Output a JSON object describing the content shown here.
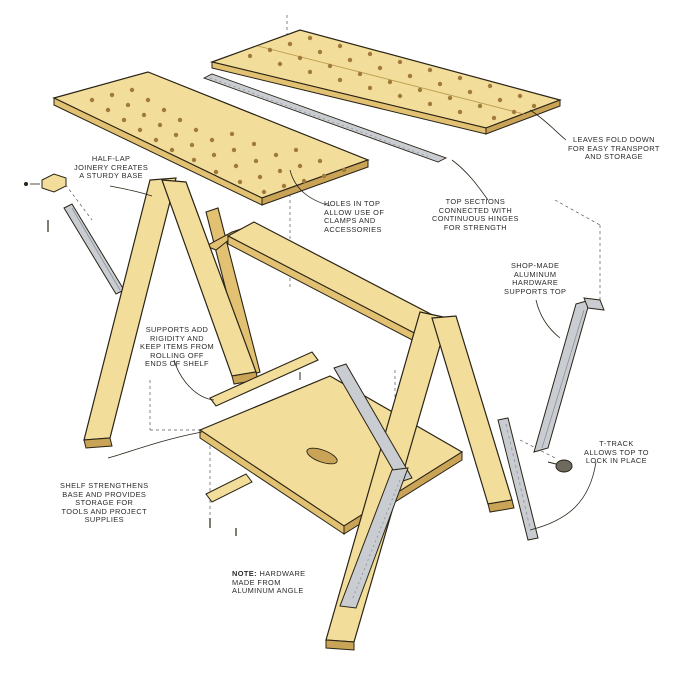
{
  "diagram": {
    "colors": {
      "wood": "#f3dd9a",
      "wood_shade": "#e2c272",
      "wood_dark": "#c9a356",
      "outline": "#2a2417",
      "metal": "#c9cdd1",
      "metal_dark": "#8c9196",
      "hole": "#a07a3a"
    },
    "callouts": {
      "half_lap": [
        "HALF-LAP",
        "JOINERY CREATES",
        "A STURDY BASE"
      ],
      "holes_top": [
        "HOLES IN TOP",
        "ALLOW USE OF",
        "CLAMPS AND",
        "ACCESSORIES"
      ],
      "top_sections": [
        "TOP SECTIONS",
        "CONNECTED WITH",
        "CONTINUOUS HINGES",
        "FOR STRENGTH"
      ],
      "leaves": [
        "LEAVES FOLD DOWN",
        "FOR EASY TRANSPORT",
        "AND STORAGE"
      ],
      "hardware_supports": [
        "SHOP-MADE",
        "ALUMINUM",
        "HARDWARE",
        "SUPPORTS TOP"
      ],
      "supports_add": [
        "SUPPORTS ADD",
        "RIGIDITY AND",
        "KEEP ITEMS FROM",
        "ROLLING OFF",
        "ENDS OF SHELF"
      ],
      "shelf": [
        "SHELF STRENGTHENS",
        "BASE AND PROVIDES",
        "STORAGE FOR",
        "TOOLS AND PROJECT",
        "SUPPLIES"
      ],
      "t_track": [
        "T-TRACK",
        "ALLOWS TOP TO",
        "LOCK IN PLACE"
      ],
      "note_bold": "NOTE:",
      "note_rest": [
        "HARDWARE",
        "MADE FROM",
        "ALUMINUM ANGLE"
      ]
    }
  }
}
